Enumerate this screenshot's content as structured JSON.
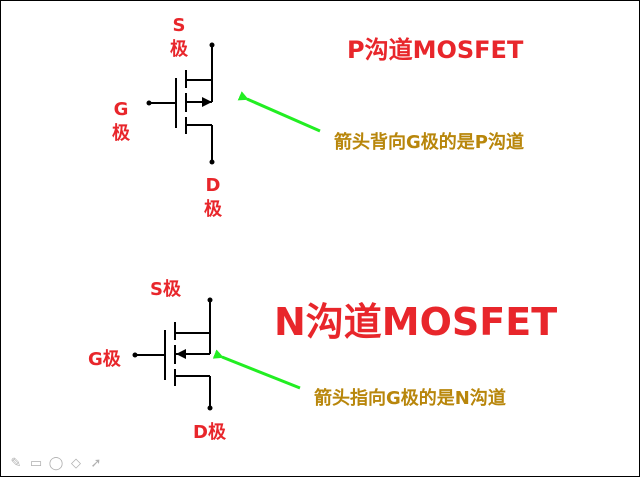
{
  "top": {
    "title": "P沟道MOSFET",
    "note": "箭头背向G极的是P沟道",
    "source_label": "S\n极",
    "gate_label": "G\n极",
    "drain_label": "D\n极"
  },
  "bottom": {
    "title": "N沟道MOSFET",
    "note": "箭头指向G极的是N沟道",
    "source_label": "S极",
    "gate_label": "G极",
    "drain_label": "D极"
  },
  "colors": {
    "label_red": "#e8262b",
    "note_gold": "#b8860b",
    "pointer_green": "#22ee22",
    "wire": "#000000"
  },
  "toolbar": [
    "pen-icon",
    "slide-icon",
    "ellipse-icon",
    "eraser-icon",
    "cursor-icon"
  ]
}
